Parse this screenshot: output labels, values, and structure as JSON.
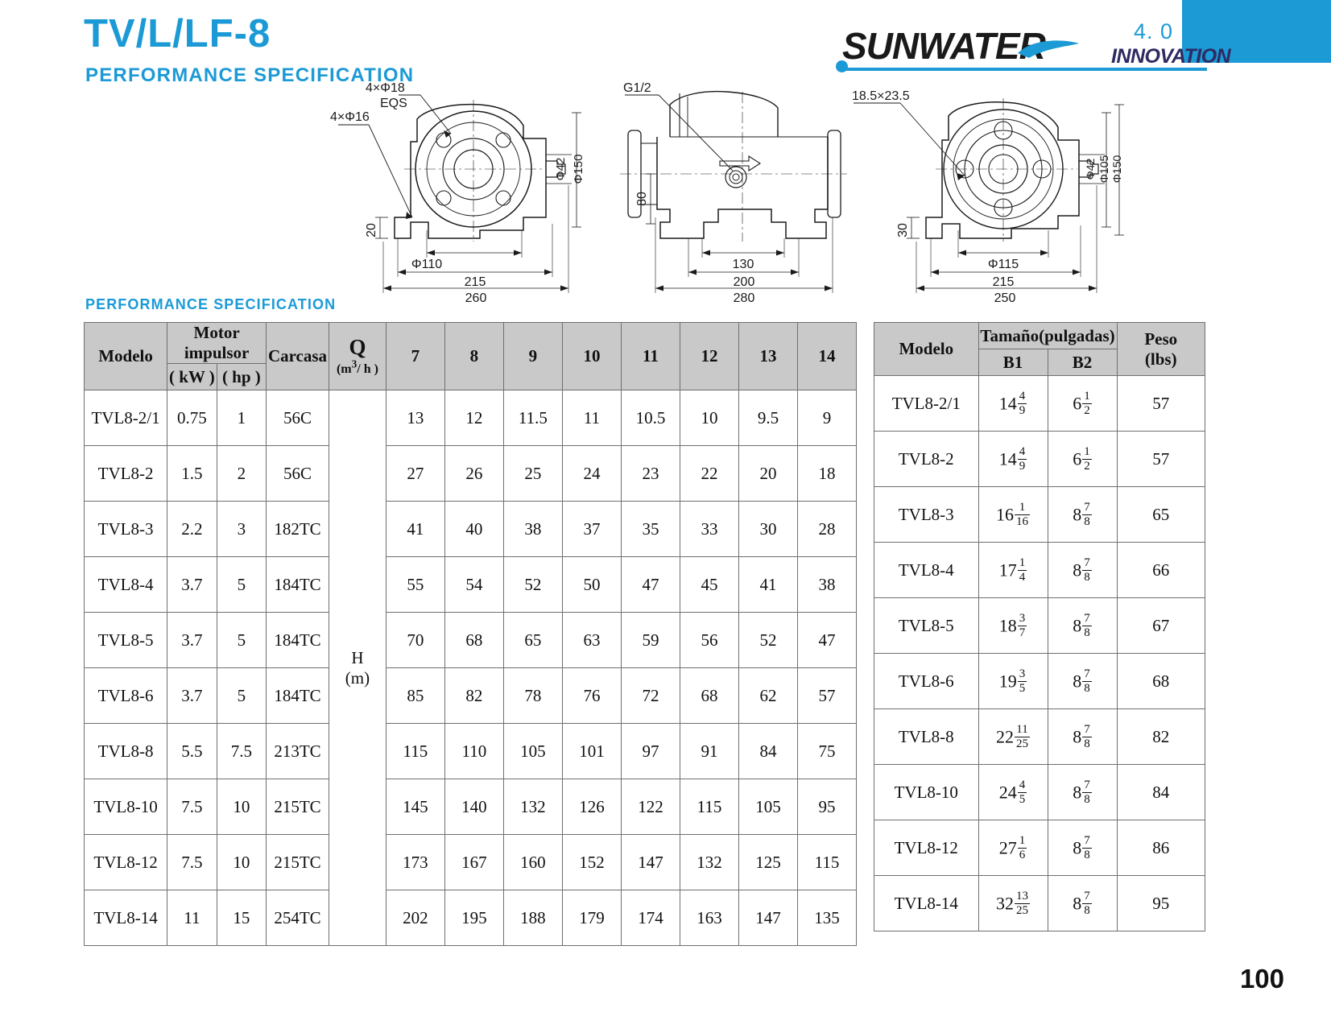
{
  "header": {
    "title_main": "TV/L/LF-8",
    "title_sub": "PERFORMANCE SPECIFICATION",
    "logo_word": "SUNWATER",
    "logo_innovation": "INNOVATION",
    "logo_version": "4. 0",
    "accent_color": "#1b9ad6",
    "logo_text_color": "#1a1a1a",
    "innovation_color": "#2e2a62"
  },
  "section": {
    "label": "PERFORMANCE SPECIFICATION"
  },
  "drawings": {
    "front_view": {
      "labels": [
        "4×Φ18",
        "EQS",
        "4×Φ16",
        "20",
        "Φ110",
        "215",
        "260",
        "Φ42",
        "Φ150"
      ]
    },
    "side_view": {
      "labels": [
        "G1/2",
        "80",
        "130",
        "200",
        "280"
      ]
    },
    "rear_view": {
      "labels": [
        "18.5×23.5",
        "30",
        "Φ115",
        "215",
        "250",
        "Φ42",
        "Φ105",
        "Φ150"
      ]
    }
  },
  "perf_table": {
    "headers": {
      "modelo": "Modelo",
      "motor": "Motor impulsor",
      "kw": "( kW )",
      "hp": "( hp )",
      "carcasa": "Carcasa",
      "q_symbol": "Q",
      "q_unit_main": "(m",
      "q_unit_sup": "3",
      "q_unit_tail": "/ h )",
      "h_symbol": "H",
      "h_unit": "(m)",
      "flow_columns": [
        "7",
        "8",
        "9",
        "10",
        "11",
        "12",
        "13",
        "14"
      ]
    },
    "rows": [
      {
        "modelo": "TVL8-2/1",
        "kw": "0.75",
        "hp": "1",
        "carcasa": "56C",
        "heads": [
          "13",
          "12",
          "11.5",
          "11",
          "10.5",
          "10",
          "9.5",
          "9"
        ]
      },
      {
        "modelo": "TVL8-2",
        "kw": "1.5",
        "hp": "2",
        "carcasa": "56C",
        "heads": [
          "27",
          "26",
          "25",
          "24",
          "23",
          "22",
          "20",
          "18"
        ]
      },
      {
        "modelo": "TVL8-3",
        "kw": "2.2",
        "hp": "3",
        "carcasa": "182TC",
        "heads": [
          "41",
          "40",
          "38",
          "37",
          "35",
          "33",
          "30",
          "28"
        ]
      },
      {
        "modelo": "TVL8-4",
        "kw": "3.7",
        "hp": "5",
        "carcasa": "184TC",
        "heads": [
          "55",
          "54",
          "52",
          "50",
          "47",
          "45",
          "41",
          "38"
        ]
      },
      {
        "modelo": "TVL8-5",
        "kw": "3.7",
        "hp": "5",
        "carcasa": "184TC",
        "heads": [
          "70",
          "68",
          "65",
          "63",
          "59",
          "56",
          "52",
          "47"
        ]
      },
      {
        "modelo": "TVL8-6",
        "kw": "3.7",
        "hp": "5",
        "carcasa": "184TC",
        "heads": [
          "85",
          "82",
          "78",
          "76",
          "72",
          "68",
          "62",
          "57"
        ]
      },
      {
        "modelo": "TVL8-8",
        "kw": "5.5",
        "hp": "7.5",
        "carcasa": "213TC",
        "heads": [
          "115",
          "110",
          "105",
          "101",
          "97",
          "91",
          "84",
          "75"
        ]
      },
      {
        "modelo": "TVL8-10",
        "kw": "7.5",
        "hp": "10",
        "carcasa": "215TC",
        "heads": [
          "145",
          "140",
          "132",
          "126",
          "122",
          "115",
          "105",
          "95"
        ]
      },
      {
        "modelo": "TVL8-12",
        "kw": "7.5",
        "hp": "10",
        "carcasa": "215TC",
        "heads": [
          "173",
          "167",
          "160",
          "152",
          "147",
          "132",
          "125",
          "115"
        ]
      },
      {
        "modelo": "TVL8-14",
        "kw": "11",
        "hp": "15",
        "carcasa": "254TC",
        "heads": [
          "202",
          "195",
          "188",
          "179",
          "174",
          "163",
          "147",
          "135"
        ]
      }
    ]
  },
  "size_table": {
    "headers": {
      "modelo": "Modelo",
      "tamano": "Tamaño(pulgadas)",
      "b1": "B1",
      "b2": "B2",
      "peso": "Peso",
      "peso_unit": "(lbs)"
    },
    "rows": [
      {
        "modelo": "TVL8-2/1",
        "b1_whole": "14",
        "b1_num": "4",
        "b1_den": "9",
        "b2_whole": "6",
        "b2_num": "1",
        "b2_den": "2",
        "peso": "57"
      },
      {
        "modelo": "TVL8-2",
        "b1_whole": "14",
        "b1_num": "4",
        "b1_den": "9",
        "b2_whole": "6",
        "b2_num": "1",
        "b2_den": "2",
        "peso": "57"
      },
      {
        "modelo": "TVL8-3",
        "b1_whole": "16",
        "b1_num": "1",
        "b1_den": "16",
        "b2_whole": "8",
        "b2_num": "7",
        "b2_den": "8",
        "peso": "65"
      },
      {
        "modelo": "TVL8-4",
        "b1_whole": "17",
        "b1_num": "1",
        "b1_den": "4",
        "b2_whole": "8",
        "b2_num": "7",
        "b2_den": "8",
        "peso": "66"
      },
      {
        "modelo": "TVL8-5",
        "b1_whole": "18",
        "b1_num": "3",
        "b1_den": "7",
        "b2_whole": "8",
        "b2_num": "7",
        "b2_den": "8",
        "peso": "67"
      },
      {
        "modelo": "TVL8-6",
        "b1_whole": "19",
        "b1_num": "3",
        "b1_den": "5",
        "b2_whole": "8",
        "b2_num": "7",
        "b2_den": "8",
        "peso": "68"
      },
      {
        "modelo": "TVL8-8",
        "b1_whole": "22",
        "b1_num": "11",
        "b1_den": "25",
        "b2_whole": "8",
        "b2_num": "7",
        "b2_den": "8",
        "peso": "82"
      },
      {
        "modelo": "TVL8-10",
        "b1_whole": "24",
        "b1_num": "4",
        "b1_den": "5",
        "b2_whole": "8",
        "b2_num": "7",
        "b2_den": "8",
        "peso": "84"
      },
      {
        "modelo": "TVL8-12",
        "b1_whole": "27",
        "b1_num": "1",
        "b1_den": "6",
        "b2_whole": "8",
        "b2_num": "7",
        "b2_den": "8",
        "peso": "86"
      },
      {
        "modelo": "TVL8-14",
        "b1_whole": "32",
        "b1_num": "13",
        "b1_den": "25",
        "b2_whole": "8",
        "b2_num": "7",
        "b2_den": "8",
        "peso": "95"
      }
    ]
  },
  "footer": {
    "page_number": "100"
  }
}
